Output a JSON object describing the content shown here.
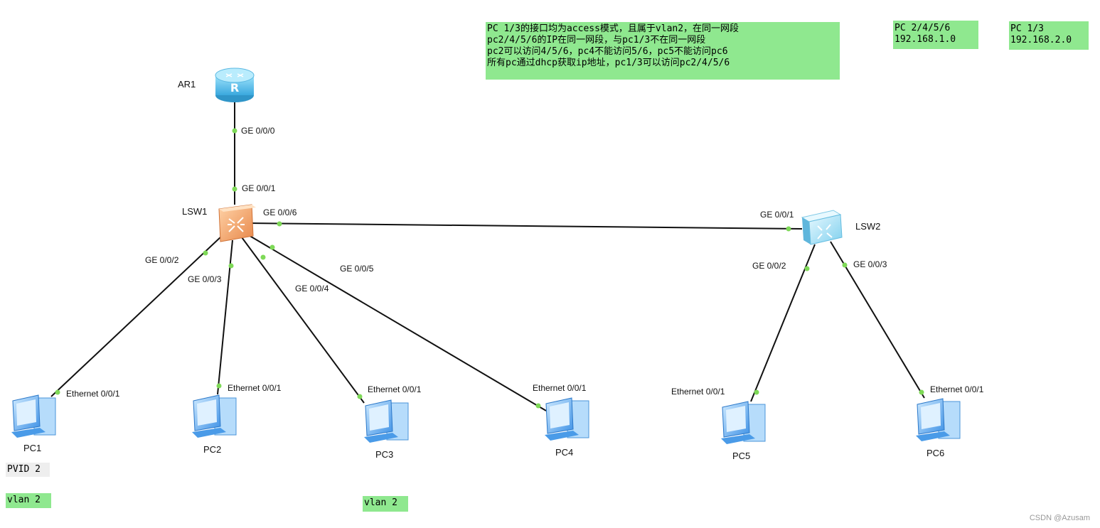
{
  "devices": {
    "ar1": "AR1",
    "lsw1": "LSW1",
    "lsw2": "LSW2",
    "pc1": "PC1",
    "pc2": "PC2",
    "pc3": "PC3",
    "pc4": "PC4",
    "pc5": "PC5",
    "pc6": "PC6"
  },
  "ports": {
    "ar1_ge000": "GE 0/0/0",
    "lsw1_ge001": "GE 0/0/1",
    "lsw1_ge006": "GE 0/0/6",
    "lsw1_ge002": "GE 0/0/2",
    "lsw1_ge003": "GE 0/0/3",
    "lsw1_ge004": "GE 0/0/4",
    "lsw1_ge005": "GE 0/0/5",
    "lsw2_ge001": "GE 0/0/1",
    "lsw2_ge002": "GE 0/0/2",
    "lsw2_ge003": "GE 0/0/3",
    "pc1_eth": "Ethernet 0/0/1",
    "pc2_eth": "Ethernet 0/0/1",
    "pc3_eth": "Ethernet 0/0/1",
    "pc4_eth": "Ethernet 0/0/1",
    "pc5_eth": "Ethernet 0/0/1",
    "pc6_eth": "Ethernet 0/0/1"
  },
  "notes": {
    "main": [
      "PC 1/3的接口均为access模式，且属于vlan2，在同一网段",
      "pc2/4/5/6的IP在同一网段，与pc1/3不在同一网段",
      "pc2可以访问4/5/6，pc4不能访问5/6，pc5不能访问pc6",
      "所有pc通过dhcp获取ip地址，pc1/3可以访问pc2/4/5/6"
    ],
    "net_a": [
      "PC 2/4/5/6",
      "192.168.1.0"
    ],
    "net_b": [
      "PC 1/3",
      "192.168.2.0"
    ],
    "pvid": "PVID 2",
    "vlan_pc1": "vlan 2",
    "vlan_pc3": "vlan 2"
  },
  "watermark": "CSDN @Azusam",
  "colors": {
    "note_green": "#8fe88f",
    "link": "#111111",
    "port_dot": "#7ed957",
    "router": "#5bc0ea",
    "core_switch": "#f0a060",
    "access_switch": "#8fd8f0",
    "pc": "#4a9be8"
  }
}
